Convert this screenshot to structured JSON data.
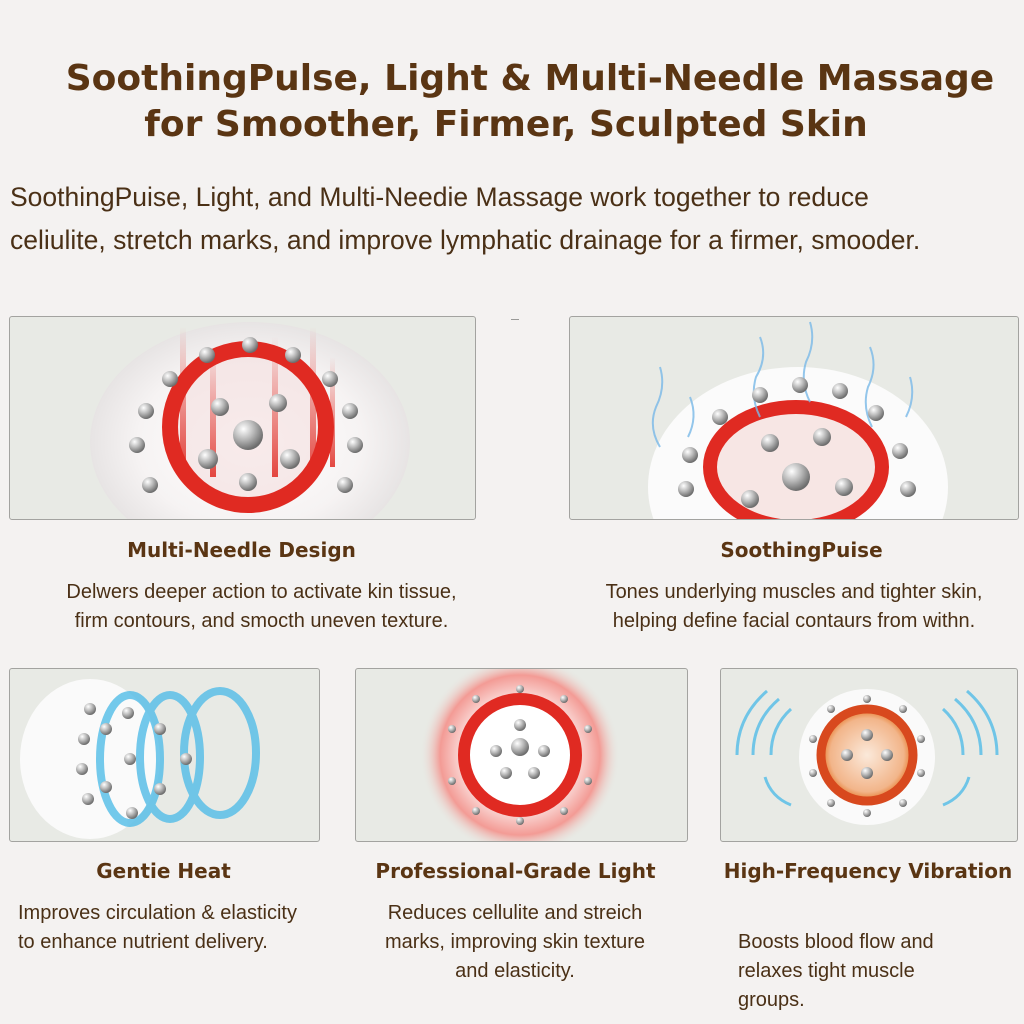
{
  "header": {
    "title_line1": "SoothingPulse, Light & Multi-Needle Massage",
    "title_line2": "for Smoother, Firmer, Sculpted Skin",
    "intro_line1": "SoothingPuise, Light, and Multi-Needie Massage work together to reduce",
    "intro_line2": "celiulite, stretch marks, and improve lymphatic drainage for a firmer, smooder."
  },
  "features": [
    {
      "title": "Multi-Needle Design",
      "desc": "Delwers deeper action to activate kin tissue,\n firm contours, and smocth uneven texture.",
      "icon": "multi-needle-head-icon"
    },
    {
      "title": "SoothingPuise",
      "desc": "Tones underlying muscles and tighter skin,\n helping define facial contaurs from withn.",
      "icon": "pulse-head-icon"
    },
    {
      "title": "Gentie Heat",
      "desc": "Improves circulation & elasticity\nto enhance nutrient delivery.",
      "icon": "heat-head-icon"
    },
    {
      "title": "Professional-Grade Light",
      "desc": "Reduces cellulite and streich\nmarks, improving skin texture\nand elasticity.",
      "icon": "red-light-head-icon"
    },
    {
      "title": "High-Frequency Vibration",
      "desc": "Boosts blood flow and\nrelaxes tight muscle\ngroups.",
      "icon": "vibration-head-icon"
    }
  ],
  "colors": {
    "title": "#5a3513",
    "text": "#4a3016",
    "red_light": "#e02a22",
    "heat_blue": "#5bbfe8",
    "panel_bg": "#e8eae5"
  }
}
